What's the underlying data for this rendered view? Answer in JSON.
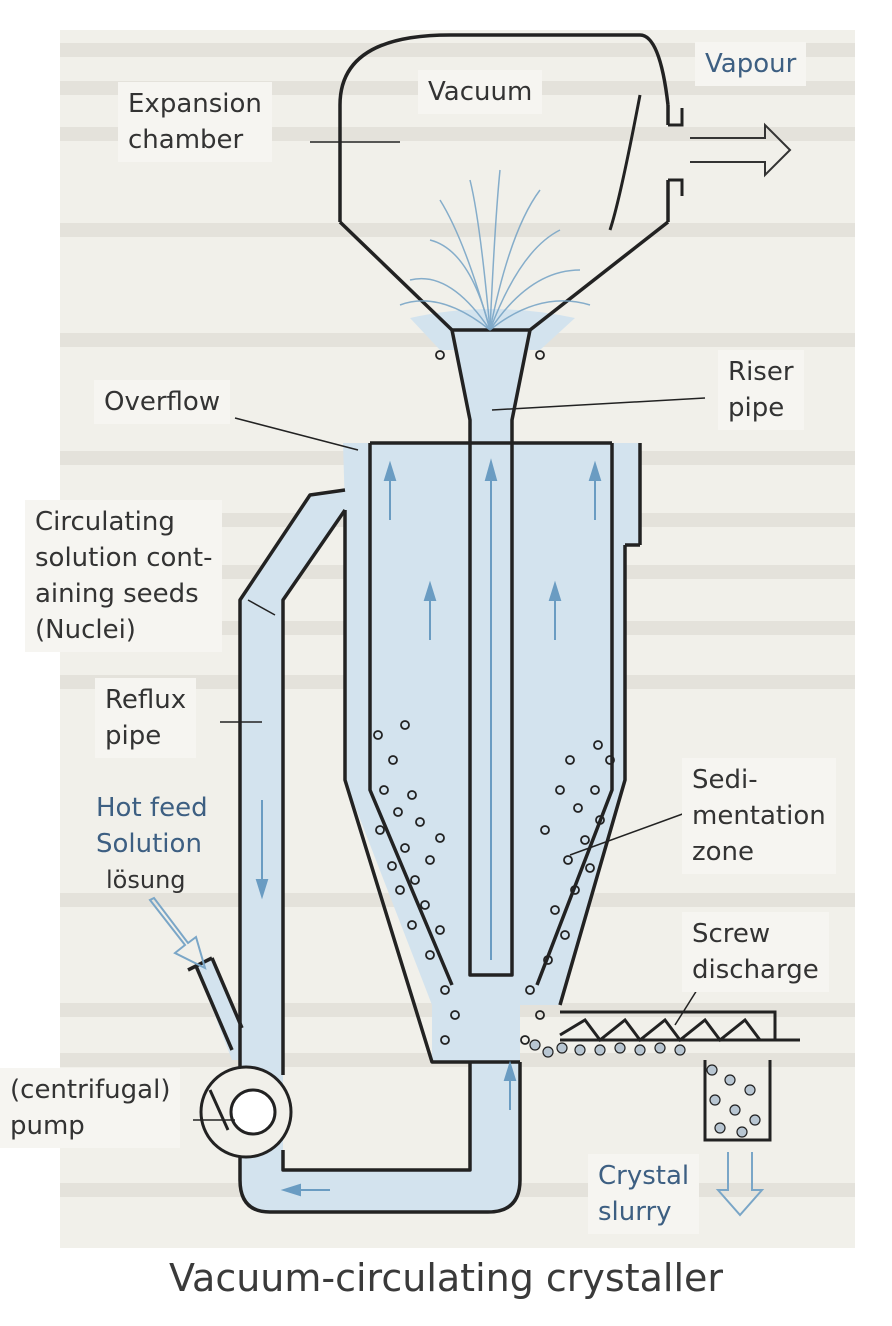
{
  "labels": {
    "vacuum": "Vacuum",
    "vapour": "Vapour",
    "expansion_chamber": "Expansion\nchamber",
    "riser_pipe": "Riser\npipe",
    "overflow": "Overflow",
    "circulating_solution": "Circulating\nsolution cont-\naining seeds\n(Nuclei)",
    "reflux_pipe": "Reflux\npipe",
    "hot_feed": "Hot feed\nSolution",
    "german_feed": "lösung",
    "sedimentation_zone": "Sedi-\nmentation\nzone",
    "screw_discharge": "Screw\ndischarge",
    "pump": "(centrifugal)\npump",
    "crystal_slurry": "Crystal\nslurry"
  },
  "caption": "Vacuum-circulating crystaller"
}
